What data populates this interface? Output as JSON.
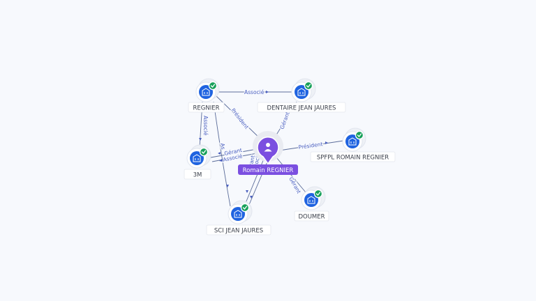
{
  "graph": {
    "center": {
      "name": "Romain REGNIER",
      "icon": "person-icon",
      "color": "#7b4fe0"
    },
    "companies": [
      {
        "id": "regnier",
        "label": "REGNIER",
        "icon": "building-icon",
        "status": "verified-check-icon"
      },
      {
        "id": "dentaire",
        "label": "DENTAIRE JEAN JAURES",
        "icon": "building-icon",
        "status": "verified-check-icon"
      },
      {
        "id": "spfpl",
        "label": "SPFPL ROMAIN REGNIER",
        "icon": "building-icon",
        "status": "verified-check-icon"
      },
      {
        "id": "3m",
        "label": "3M",
        "icon": "building-icon",
        "status": "verified-check-icon"
      },
      {
        "id": "doumer",
        "label": "DOUMER",
        "icon": "building-icon",
        "status": "verified-check-icon"
      },
      {
        "id": "sci",
        "label": "SCI JEAN JAURES",
        "icon": "building-icon",
        "status": "verified-check-icon"
      }
    ],
    "edge_labels": {
      "regnier_dentaire": "Associé",
      "regnier_3m": "Associé",
      "regnier_person": "Président",
      "dentaire_person": "Gérant",
      "person_spfpl": "Président",
      "person_3m_1": "Gérant",
      "person_3m_2": "Associé",
      "person_sci_1": "Gérant",
      "person_sci_2": "Associé",
      "person_doumer": "Gérant",
      "regnier_sci": "As"
    },
    "colors": {
      "node": "#1f63e0",
      "check": "#17a05a",
      "edge_label": "#4a5fc0",
      "background": "#f7f9fd"
    }
  }
}
